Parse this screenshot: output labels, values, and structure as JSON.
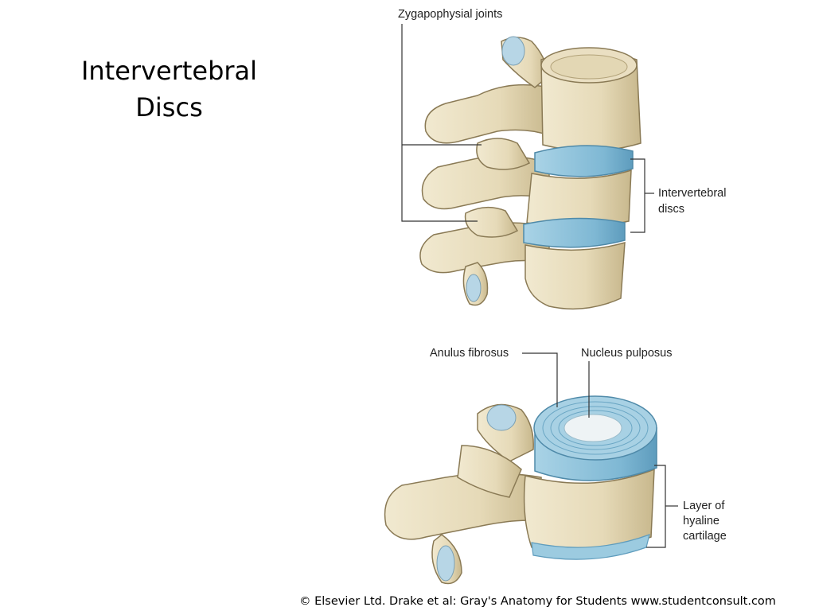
{
  "slide": {
    "title_line1": "Intervertebral",
    "title_line2": "Discs"
  },
  "figure": {
    "labels": {
      "zygapophysial": "Zygapophysial joints",
      "iv_discs_line1": "Intervertebral",
      "iv_discs_line2": "discs",
      "anulus": "Anulus fibrosus",
      "nucleus": "Nucleus pulposus",
      "layer_line1": "Layer of",
      "layer_line2": "hyaline",
      "layer_line3": "cartilage"
    }
  },
  "copyright": "© Elsevier Ltd. Drake et al: Gray's Anatomy for Students www.studentconsult.com",
  "colors": {
    "bone": "#e9dfc1",
    "bone_shadow": "#c9b98f",
    "bone_outline": "#8a7a55",
    "disc_blue": "#8fc3dc",
    "disc_light": "#c4e2ef",
    "nucleus": "#eef3f5"
  }
}
